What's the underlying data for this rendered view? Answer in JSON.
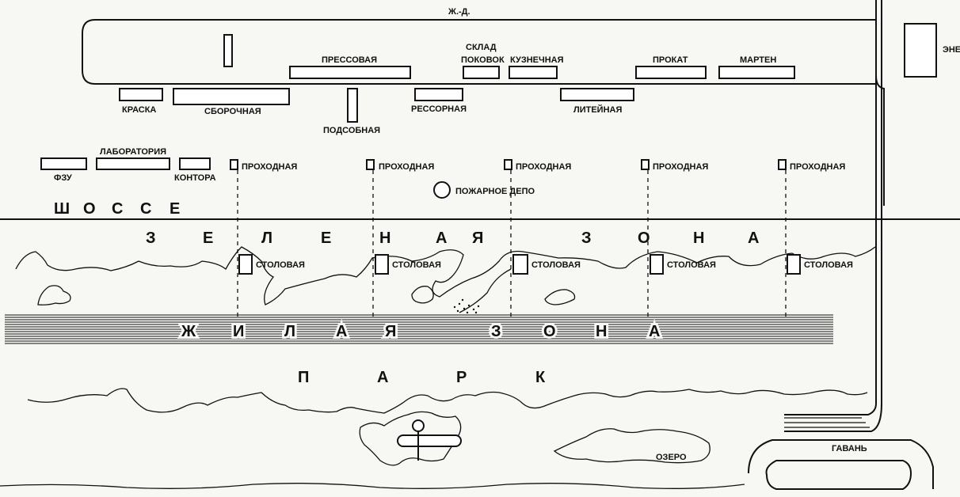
{
  "top_labels": {
    "railway": "Ж.-Д.",
    "energy": "ЭНЕ"
  },
  "buildings": {
    "pressovaya": "ПРЕССОВАЯ",
    "sklad_line1": "СКЛАД",
    "sklad_line2": "ПОКОВОК",
    "kuznechnaya": "КУЗНЕЧНАЯ",
    "prokat": "ПРОКАТ",
    "marten": "МАРТЕН",
    "kraska": "КРАСКА",
    "sborochnaya": "СБОРОЧНАЯ",
    "podsobnaya": "ПОДСОБНАЯ",
    "ressornaya": "РЕССОРНАЯ",
    "liteynaya": "ЛИТЕЙНАЯ",
    "laboratoriya": "ЛАБОРАТОРИЯ",
    "fzu": "ФЗУ",
    "kontora": "КОНТОРА",
    "fire_depot": "ПОЖАРНОЕ ДЕПО"
  },
  "checkpoints": [
    "ПРОХОДНАЯ",
    "ПРОХОДНАЯ",
    "ПРОХОДНАЯ",
    "ПРОХОДНАЯ",
    "ПРОХОДНАЯ"
  ],
  "canteens": [
    "СТОЛОВАЯ",
    "СТОЛОВАЯ",
    "СТОЛОВАЯ",
    "СТОЛОВАЯ",
    "СТОЛОВАЯ"
  ],
  "zones": {
    "highway": [
      "Ш",
      "О",
      "С",
      "С",
      "Е"
    ],
    "green": [
      "З",
      "Е",
      "Л",
      "Е",
      "Н",
      "А",
      "Я",
      "З",
      "О",
      "Н",
      "А"
    ],
    "living": [
      "Ж",
      "И",
      "Л",
      "А",
      "Я",
      "З",
      "О",
      "Н",
      "А"
    ],
    "park": [
      "П",
      "А",
      "Р",
      "К"
    ]
  },
  "water": {
    "lake": "ОЗЕРО",
    "harbor": "ГАВАНЬ"
  },
  "colors": {
    "ink": "#111111",
    "paper": "#f7f7f3"
  }
}
